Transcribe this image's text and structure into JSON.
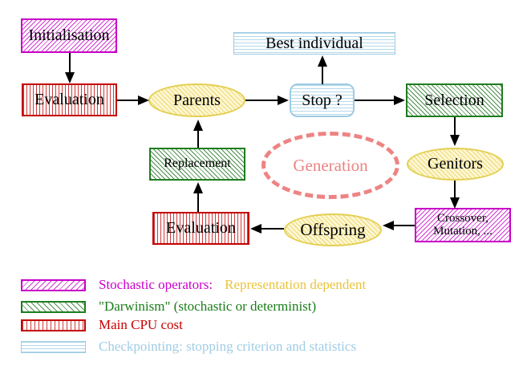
{
  "nodes": {
    "initialisation": "Initialisation",
    "evaluation_top": "Evaluation",
    "parents": "Parents",
    "best_individual": "Best individual",
    "stop": "Stop ?",
    "selection": "Selection",
    "generation": "Generation",
    "genitors": "Genitors",
    "replacement": "Replacement",
    "evaluation_bottom": "Evaluation",
    "offspring": "Offspring",
    "crossover_line1": "Crossover,",
    "crossover_line2": "Mutation, ..."
  },
  "legend": {
    "items": [
      {
        "label": "Stochastic operators:",
        "label2": "Representation dependent"
      },
      {
        "label": "\"Darwinism\" (stochastic or determinist)",
        "label2": ""
      },
      {
        "label": "Main CPU cost",
        "label2": ""
      },
      {
        "label": "Checkpointing: stopping criterion and statistics",
        "label2": ""
      }
    ]
  },
  "colors": {
    "magenta": "#cc00cc",
    "red": "#cc0000",
    "green": "#1e7d1e",
    "yellow_border": "#e4cf52",
    "gold_text": "#eac33c",
    "cyan": "#a0cde4",
    "salmon": "#ee8383",
    "arrow": "#000000"
  }
}
